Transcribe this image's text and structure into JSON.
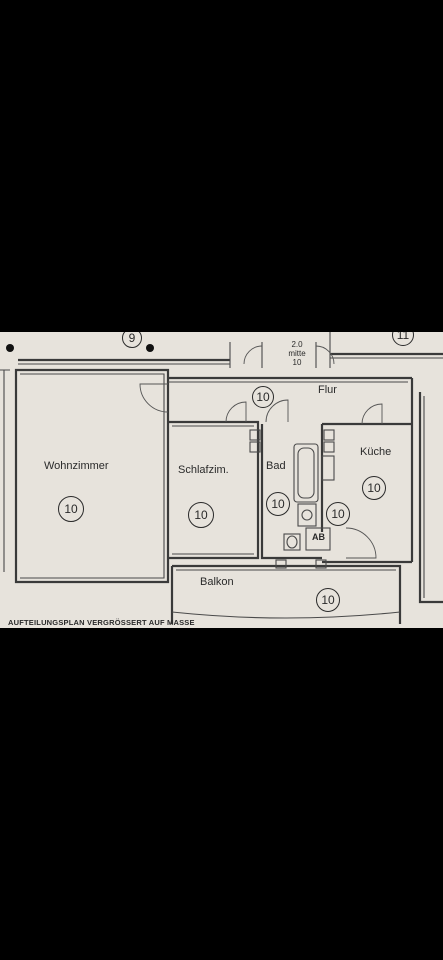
{
  "rooms": {
    "wohnzimmer": {
      "label": "Wohnzimmer",
      "number": "10"
    },
    "schlafzim": {
      "label": "Schlafzim.",
      "number": "10"
    },
    "bad": {
      "label": "Bad",
      "number": "10"
    },
    "kueche": {
      "label": "Küche",
      "number": "10"
    },
    "flur": {
      "label": "Flur",
      "number": "10"
    },
    "balkon": {
      "label": "Balkon",
      "number": "10"
    },
    "ab": {
      "label": "AB"
    },
    "wc": {
      "number": "10"
    }
  },
  "neighbors": {
    "left": "9",
    "right": "11"
  },
  "stair": {
    "line1": "2.0",
    "line2": "mitte",
    "line3": "10"
  },
  "caption": "AUFTEILUNGSPLAN VERGRÖSSERT AUF MASSE"
}
